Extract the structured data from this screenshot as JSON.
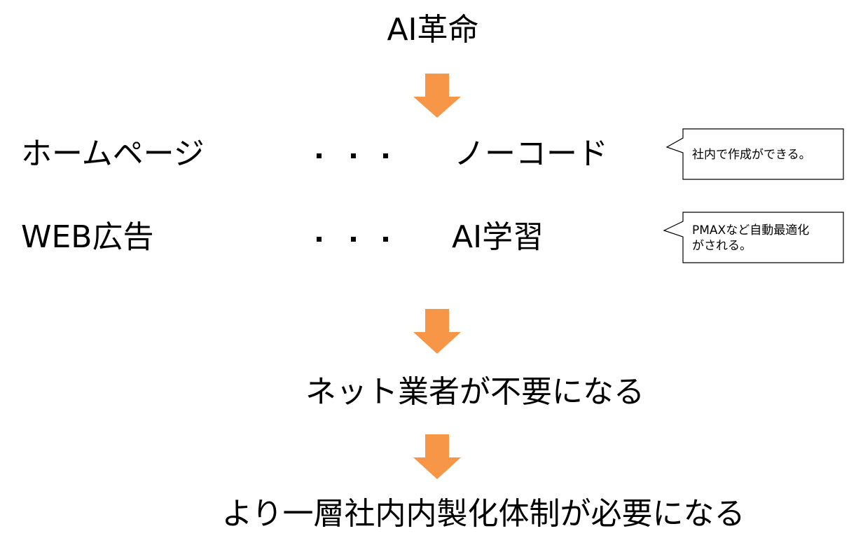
{
  "title": "AI革命",
  "rows": [
    {
      "left": "ホームページ",
      "right": "ノーコード",
      "note": [
        "社内で作成ができる。"
      ]
    },
    {
      "left": "WEB広告",
      "right": "AI学習",
      "note": [
        "PMAXなど自動最適化",
        "がされる。"
      ]
    }
  ],
  "result1": "ネット業者が不要になる",
  "result2": "より一層社内内製化体制が必要になる",
  "colors": {
    "arrow": "#F79646",
    "text": "#000000"
  }
}
